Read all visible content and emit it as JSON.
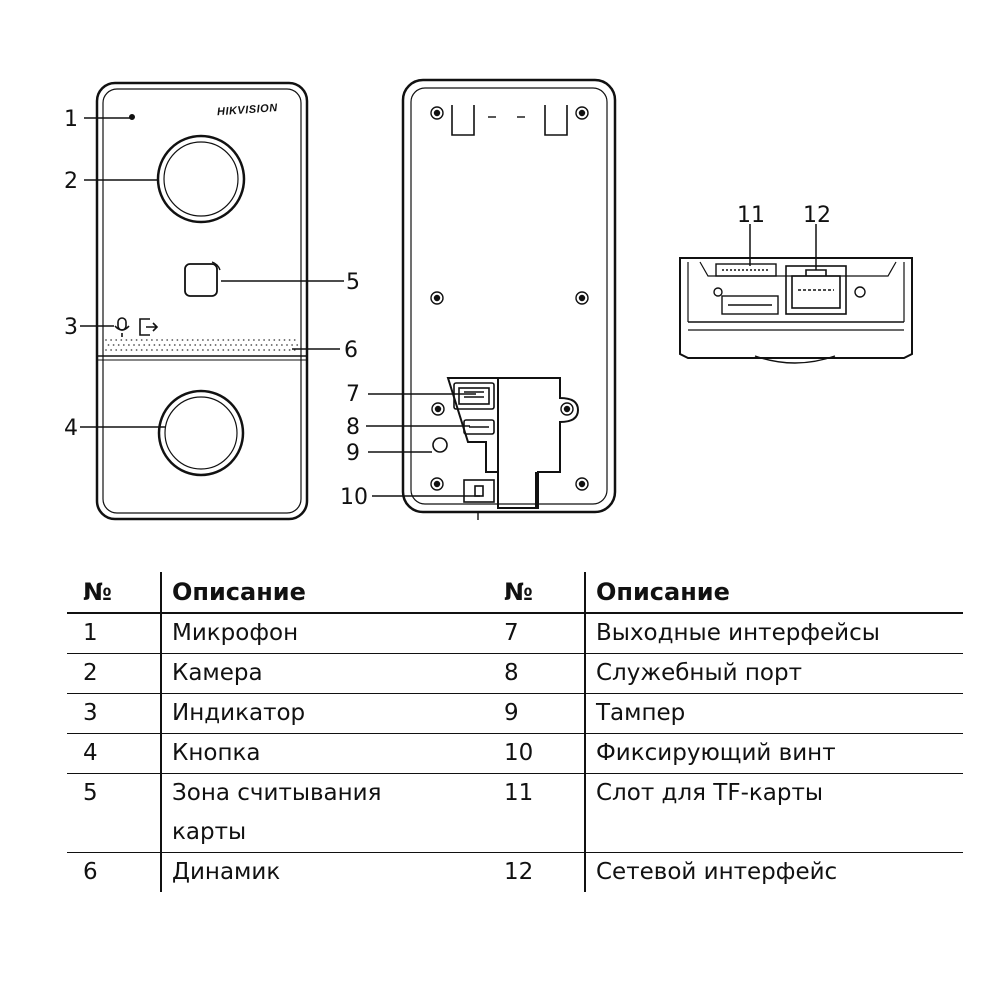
{
  "callouts": {
    "n1": "1",
    "n2": "2",
    "n3": "3",
    "n4": "4",
    "n5": "5",
    "n6": "6",
    "n7": "7",
    "n8": "8",
    "n9": "9",
    "n10": "10",
    "n11": "11",
    "n12": "12"
  },
  "brand": "HIKVISION",
  "legend": {
    "headers": {
      "no": "№",
      "desc": "Описание"
    },
    "rows": [
      {
        "no_a": "1",
        "desc_a": "Микрофон",
        "no_b": "7",
        "desc_b": "Выходные интерфейсы"
      },
      {
        "no_a": "2",
        "desc_a": "Камера",
        "no_b": "8",
        "desc_b": "Служебный порт"
      },
      {
        "no_a": "3",
        "desc_a": "Индикатор",
        "no_b": "9",
        "desc_b": "Тампер"
      },
      {
        "no_a": "4",
        "desc_a": "Кнопка",
        "no_b": "10",
        "desc_b": "Фиксирующий винт"
      },
      {
        "no_a": "5",
        "desc_a": "Зона считывания карты",
        "no_b": "11",
        "desc_b": "Слот для TF-карты"
      },
      {
        "no_a": "6",
        "desc_a": "Динамик",
        "no_b": "12",
        "desc_b": "Сетевой интерфейс"
      }
    ]
  }
}
